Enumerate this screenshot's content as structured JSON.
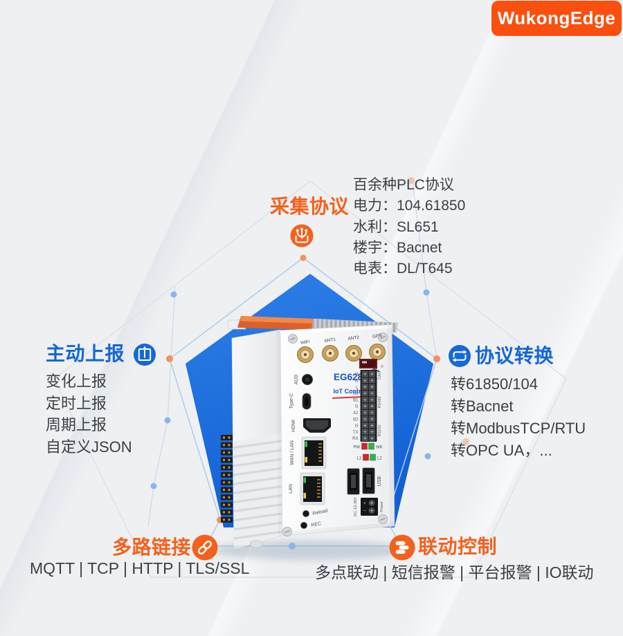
{
  "badge": {
    "label": "WukongEdge"
  },
  "features": {
    "collect": {
      "title": "采集协议",
      "items": [
        "百余种PLC协议",
        "电力：104.61850",
        "水利：SL651",
        "楼宇：Bacnet",
        "电表：DL/T645"
      ]
    },
    "report": {
      "title": "主动上报",
      "items": [
        "变化上报",
        "定时上报",
        "周期上报",
        "自定义JSON"
      ]
    },
    "convert": {
      "title": "协议转换",
      "items": [
        "转61850/104",
        "转Bacnet",
        "转ModbusTCP/RTU",
        "转OPC UA，..."
      ]
    },
    "multilink": {
      "title": "多路链接",
      "text": "MQTT | TCP | HTTP | TLS/SSL"
    },
    "linkage": {
      "title": "联动控制",
      "text": "多点联动 | 短信报警 | 平台报警 | IO联动"
    }
  },
  "device": {
    "model": "EG628",
    "product": "IoT Controller",
    "reg": "®",
    "labels": {
      "wifi": "WiFi",
      "ant1": "ANT1",
      "ant2": "ANT2",
      "gps": "GPS",
      "aud": "AUD",
      "typec": "Type-C",
      "hdmi": "HDMI",
      "wanlan": "WAN / LAN",
      "lan": "LAN",
      "reload": "Reload",
      "rec": "REC",
      "usb": "USB",
      "power": "Power",
      "dc": "DC 12-36V",
      "can": "CAN",
      "rs485": "RS485",
      "rs232": "RS232",
      "pw": "PW",
      "wk": "WK",
      "l1": "L1",
      "l2": "L2"
    },
    "terminal_pins": [
      "H",
      "G",
      "L",
      "A1",
      "B1",
      "G",
      "A2",
      "B2",
      "G",
      "TX",
      "RX"
    ]
  },
  "colors": {
    "accent_orange": "#F4611C",
    "accent_blue": "#1566D6",
    "pentagon_blue": "#1B6FDF",
    "badge_orange": "#FA4F0E",
    "text_dark": "#3A4045"
  }
}
